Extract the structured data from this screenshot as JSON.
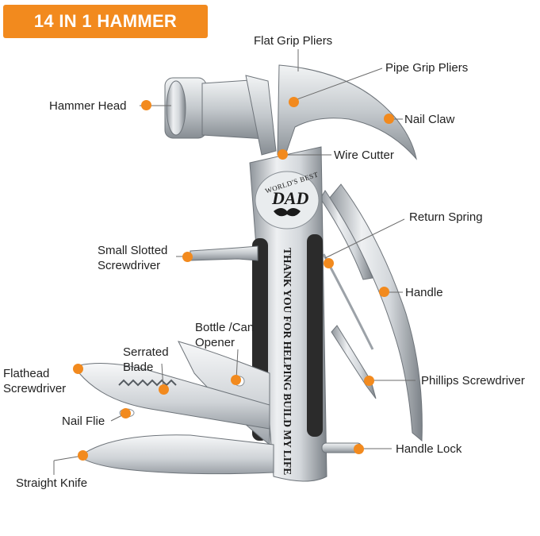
{
  "banner": {
    "title": "14 IN 1 HAMMER TOOLS"
  },
  "labels": {
    "flat_grip_pliers": "Flat Grip Pliers",
    "pipe_grip_pliers": "Pipe Grip Pliers",
    "hammer_head": "Hammer Head",
    "nail_claw": "Nail Claw",
    "wire_cutter": "Wire Cutter",
    "return_spring": "Return Spring",
    "small_slotted_line1": "Small Slotted",
    "small_slotted_line2": "Screwdriver",
    "handle": "Handle",
    "bottle_line1": "Bottle /Can",
    "bottle_line2": "Opener",
    "serrated_line1": "Serrated",
    "serrated_line2": "Blade",
    "flathead_line1": "Flathead",
    "flathead_line2": "Screwdriver",
    "phillips": "Phillips Screwdriver",
    "nail_file": "Nail Flie",
    "handle_lock": "Handle Lock",
    "straight_knife": "Straight Knife"
  },
  "engraving": {
    "arc": "WORLD'S BEST",
    "name": "DAD",
    "message": "THANK YOU FOR HELPING BUILD MY LIFE"
  },
  "colors": {
    "accent": "#f28a1e",
    "leader": "#6b6b6b",
    "steel": "#c9cdd1",
    "grip": "#2b2b2b"
  }
}
